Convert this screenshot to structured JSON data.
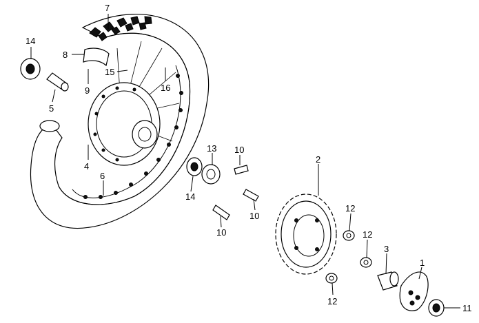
{
  "diagram": {
    "callouts": {
      "c7": "7",
      "c14a": "14",
      "c8": "8",
      "c15": "15",
      "c9": "9",
      "c16": "16",
      "c5": "5",
      "c4": "4",
      "c6": "6",
      "c13": "13",
      "c10a": "10",
      "c2": "2",
      "c14b": "14",
      "c10b": "10",
      "c10c": "10",
      "c12a": "12",
      "c12b": "12",
      "c3": "3",
      "c1": "1",
      "c12c": "12",
      "c11": "11"
    }
  }
}
